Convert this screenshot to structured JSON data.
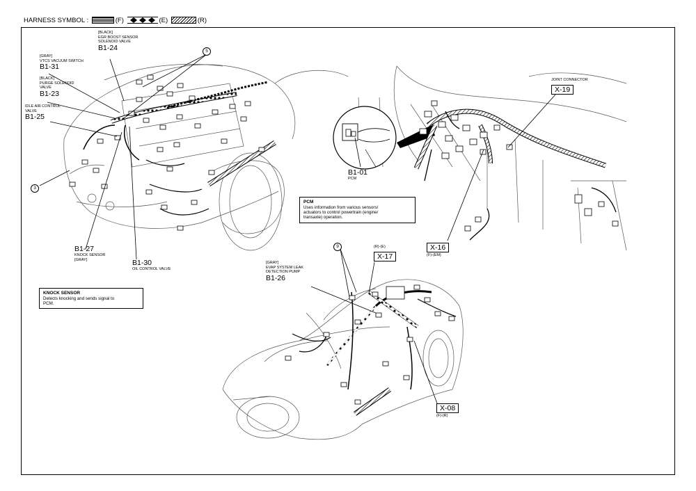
{
  "header": {
    "prefix": "HARNESS SYMBOL :",
    "f": "(F)",
    "e": "(E)",
    "r": "(R)"
  },
  "labels": {
    "b1_24": {
      "pre": "[BLACK]\nEGR BOOST SENSOR\nSOLENOID VALVE",
      "code": "B1-24"
    },
    "b1_31": {
      "pre": "[GRAY]\nVTCS VACUUM SWITCH",
      "code": "B1-31"
    },
    "b1_23": {
      "pre": "[BLACK]\nPURGE SOLENOID\nVALVE",
      "code": "B1-23"
    },
    "b1_25": {
      "pre": "IDLE AIR CONTROL\nVALVE",
      "code": "B1-25"
    },
    "b1_27": {
      "code": "B1-27",
      "post": "KNOCK SENSOR\n[GRAY]"
    },
    "b1_30": {
      "code": "B1-30",
      "post": "OIL CONTROL VALVE"
    },
    "b1_01": {
      "code": "B1-01",
      "post": "PCM"
    },
    "b1_26": {
      "pre": "[GRAY]\nEVAP SYSTEM LEAK\nDETECTION PUMP",
      "code": "B1-26"
    },
    "x_19": {
      "pre": "JOINT CONNECTOR",
      "code": "X-19"
    },
    "x_16": {
      "code": "X-16",
      "post": "(F)-(EM)"
    },
    "x_17": {
      "pre": "(R)-(E)",
      "code": "X-17"
    },
    "x_08": {
      "code": "X-08",
      "post": "(F)-(R)"
    },
    "circle_5": "5",
    "circle_3": "3",
    "circle_9": "9"
  },
  "notes": {
    "pcm": {
      "title": "PCM",
      "text": "Uses information from various sensors/\nactuators to control powertrain (engine/\ntransaxle) operation."
    },
    "knock": {
      "title": "KNOCK SENSOR",
      "text": "Detects knocking and sends signal to\nPCM."
    }
  }
}
